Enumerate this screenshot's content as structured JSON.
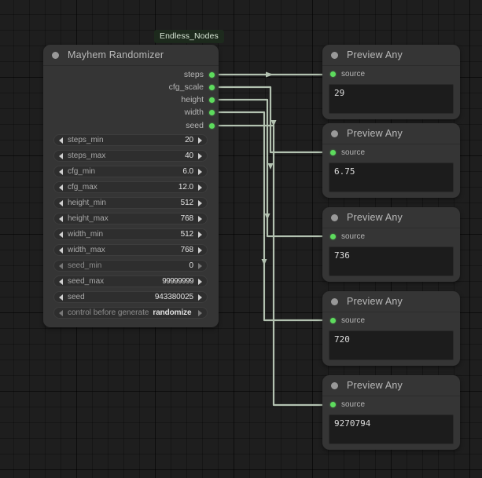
{
  "canvas": {
    "background_color": "#1e1e1e",
    "grid_color": "#191919",
    "link_color": "#b3c2b1"
  },
  "randomizer_node": {
    "badge": "Endless_Nodes",
    "title": "Mayhem Randomizer",
    "collapse_icon": "circle-icon",
    "outputs": [
      {
        "label": "steps"
      },
      {
        "label": "cfg_scale"
      },
      {
        "label": "height"
      },
      {
        "label": "width"
      },
      {
        "label": "seed"
      }
    ],
    "widgets": [
      {
        "name": "steps_min",
        "value": "20",
        "dim": false,
        "combo": false
      },
      {
        "name": "steps_max",
        "value": "40",
        "dim": false,
        "combo": false
      },
      {
        "name": "cfg_min",
        "value": "6.0",
        "dim": false,
        "combo": false
      },
      {
        "name": "cfg_max",
        "value": "12.0",
        "dim": false,
        "combo": false
      },
      {
        "name": "height_min",
        "value": "512",
        "dim": false,
        "combo": false
      },
      {
        "name": "height_max",
        "value": "768",
        "dim": false,
        "combo": false
      },
      {
        "name": "width_min",
        "value": "512",
        "dim": false,
        "combo": false
      },
      {
        "name": "width_max",
        "value": "768",
        "dim": false,
        "combo": false
      },
      {
        "name": "seed_min",
        "value": "0",
        "dim": true,
        "combo": false
      },
      {
        "name": "seed_max",
        "value": "99999999",
        "dim": false,
        "combo": false
      },
      {
        "name": "seed",
        "value": "943380025",
        "dim": false,
        "combo": false
      },
      {
        "name": "control before generate",
        "value": "randomize",
        "dim": true,
        "combo": true
      }
    ]
  },
  "preview_nodes": [
    {
      "title": "Preview Any",
      "input_label": "source",
      "value": "29"
    },
    {
      "title": "Preview Any",
      "input_label": "source",
      "value": "6.75"
    },
    {
      "title": "Preview Any",
      "input_label": "source",
      "value": "736"
    },
    {
      "title": "Preview Any",
      "input_label": "source",
      "value": "720"
    },
    {
      "title": "Preview Any",
      "input_label": "source",
      "value": "9270794"
    }
  ]
}
